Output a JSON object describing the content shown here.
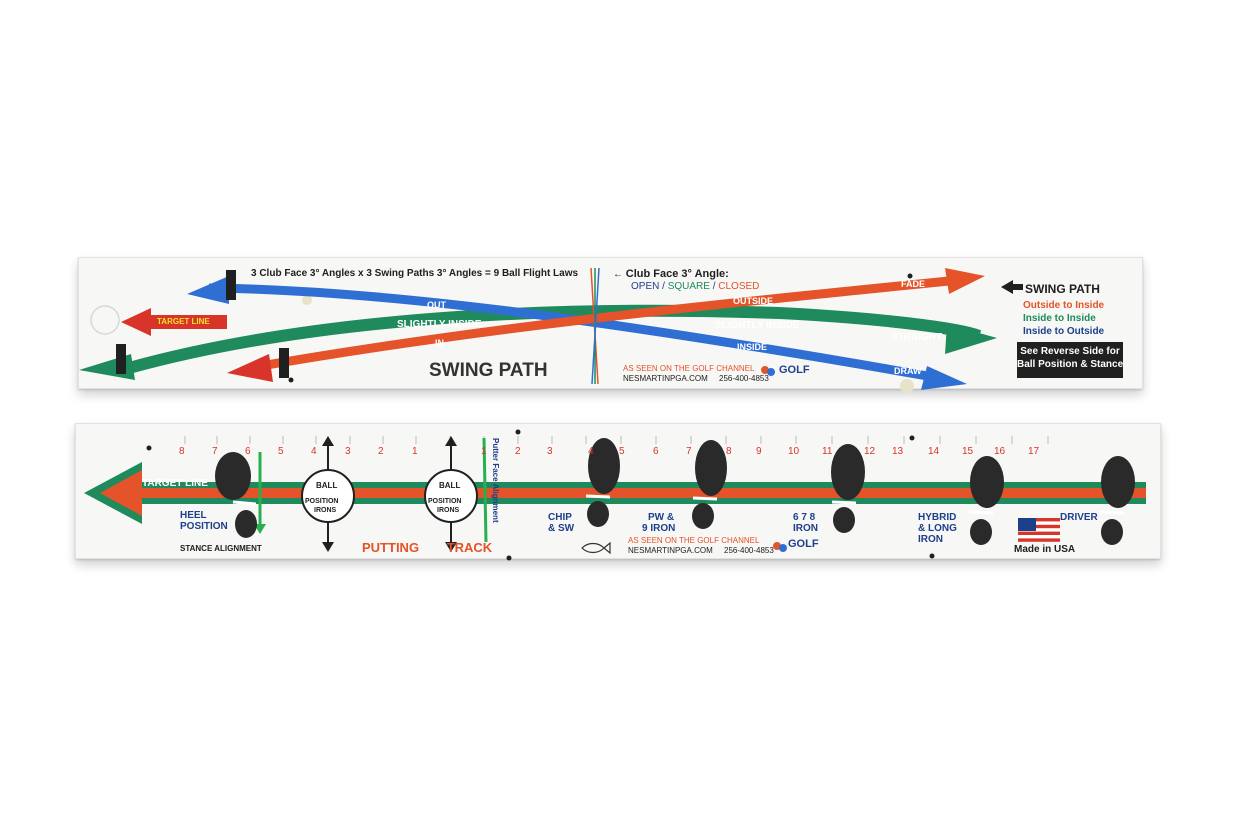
{
  "colors": {
    "blue": "#2f6fd3",
    "green": "#1f8a5c",
    "orange": "#e4532a",
    "red": "#d8342a",
    "navy": "#1e3f8a",
    "black": "#202020",
    "footprint": "#2a2a2a"
  },
  "top_board": {
    "formula": "3 Club Face 3° Angles x 3 Swing Paths 3° Angles = 9 Ball Flight Laws",
    "club_face_label": "Club Face 3° Angle:",
    "club_face_open": "OPEN",
    "club_face_sep1": " / ",
    "club_face_square": "SQUARE",
    "club_face_sep2": " / ",
    "club_face_closed": "CLOSED",
    "target_line_label": "TARGET LINE",
    "arrow_out": "OUT",
    "arrow_slightly_inside_left": "SLIGHTLY INSIDE",
    "arrow_in": "IN",
    "arrow_outside": "OUTSIDE",
    "arrow_fade": "FADE",
    "arrow_slightly_inside_right": "SLIGHTLY INSIDE",
    "arrow_straight": "STRAIGHT",
    "arrow_inside": "INSIDE",
    "arrow_draw": "DRAW",
    "title": "SWING PATH",
    "as_seen_on": "AS SEEN ON THE GOLF CHANNEL",
    "website": "NESMARTINPGA.COM",
    "phone": "256-400-4853",
    "brand": "GOLF",
    "legend_title": "SWING PATH",
    "legend_outside_inside": "Outside to Inside",
    "legend_inside_inside": "Inside to Inside",
    "legend_inside_outside": "Inside to Outside",
    "reverse_note_line1": "See Reverse Side for",
    "reverse_note_line2": "Ball Position & Stance"
  },
  "bottom_board": {
    "scale_numbers_left": [
      "8",
      "7",
      "6",
      "5",
      "4",
      "3",
      "2",
      "1"
    ],
    "scale_numbers_right": [
      "1",
      "2",
      "3",
      "4",
      "5",
      "6",
      "7",
      "8",
      "9",
      "10",
      "11",
      "12",
      "13",
      "14",
      "15",
      "16",
      "17"
    ],
    "target_line_label": "TARGET LINE",
    "heel_position_line1": "HEEL",
    "heel_position_line2": "POSITION",
    "stance_alignment": "STANCE ALIGNMENT",
    "ball_position_1_line1": "BALL",
    "ball_position_1_line2": "POSITION",
    "ball_position_1_line3": "IRONS",
    "ball_position_2_line1": "BALL",
    "ball_position_2_line2": "POSITION",
    "ball_position_2_line3": "IRONS",
    "putting_track_word1": "PUTTING",
    "putting_track_word2": "TRACK",
    "putter_alignment": "Putter Face Alignment",
    "club_chip_line1": "CHIP",
    "club_chip_line2": "& SW",
    "club_pw_line1": "PW &",
    "club_pw_line2": "9 IRON",
    "club_678_line1": "6 7 8",
    "club_678_line2": "IRON",
    "club_hybrid_line1": "HYBRID",
    "club_hybrid_line2": "& LONG",
    "club_hybrid_line3": "IRON",
    "club_driver": "DRIVER",
    "as_seen_on": "AS SEEN ON THE GOLF CHANNEL",
    "website": "NESMARTINPGA.COM",
    "phone": "256-400-4853",
    "brand": "GOLF",
    "made_in": "Made in USA"
  }
}
